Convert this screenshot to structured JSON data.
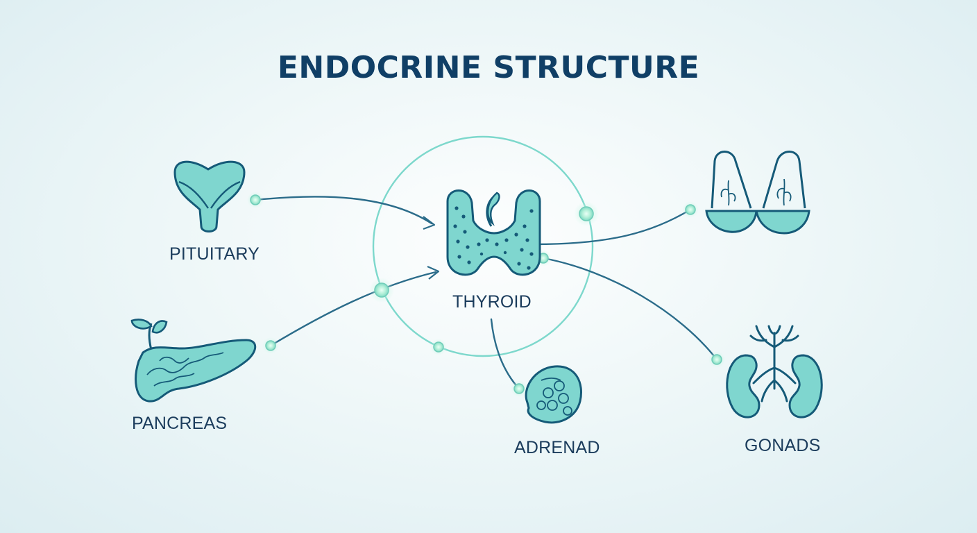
{
  "title": "ENDOCRINE STRUCTURE",
  "colors": {
    "title": "#103f66",
    "label": "#1b3c5c",
    "organ_fill": "#7fd6cf",
    "organ_stroke": "#155a78",
    "connector": "#2b6c8a",
    "ring": "#7dd8cc",
    "node": "#b4f0d9"
  },
  "nodes": {
    "center": {
      "label": "THYROID",
      "icon": "thyroid-icon"
    },
    "pituitary": {
      "label": "PITUITARY",
      "icon": "pituitary-icon"
    },
    "pancreas": {
      "label": "PANCREAS",
      "icon": "pancreas-icon"
    },
    "adrenal": {
      "label": "ADRENAD",
      "icon": "adrenal-icon"
    },
    "gonads": {
      "label": "GONADS",
      "icon": "gonads-icon"
    },
    "top_right": {
      "label": "",
      "icon": "mammary-icon"
    }
  }
}
